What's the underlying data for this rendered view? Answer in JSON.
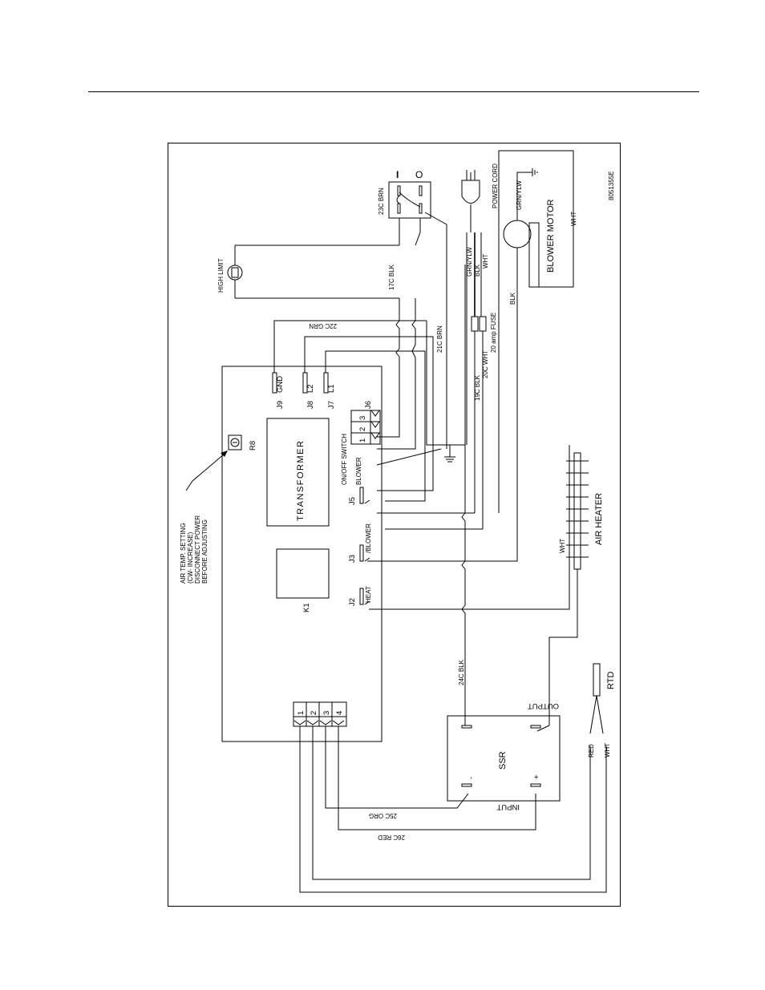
{
  "diagram": {
    "drawing_number": "8051355E",
    "labels": {
      "high_limit": "HIGH LIMIT",
      "w17c": "17C BLK",
      "w21c": "21C BRN",
      "w22c": "22C GRN",
      "w23c": "23C BRN",
      "w24c": "24C BLK",
      "w25c": "25C ORG",
      "w26c": "26C RED",
      "w19c": "19C BLK",
      "w20c": "20C WHT",
      "fuse": "20 amp FUSE",
      "power_cord": "POWER CORD",
      "grn_ylw": "GRN/YLW",
      "blk": "BLK",
      "wht": "WHT",
      "red": "RED",
      "blower_motor": "BLOWER MOTOR",
      "transformer": "TRANSFORMER",
      "k1": "K1",
      "r8": "R8",
      "air_temp_note": [
        "AIR TEMP. SETTING",
        "(CW- INCREASE)",
        "DISCONNECT POWER",
        "BEFORE ADJUSTING"
      ],
      "j9": "J9",
      "gnd": "GND",
      "j8": "J8",
      "l2": "L2",
      "j7": "J7",
      "l1": "L1",
      "j6": "J6",
      "on_off_switch": "ON/OFF SWITCH",
      "j5": "J5",
      "blower": "BLOWER",
      "j3": "J3",
      "blower_slash": "/BLOWER",
      "j2": "J2",
      "heat": "HEAT",
      "air_heater": "AIR HEATER",
      "ssr": "SSR",
      "input": "INPUT",
      "output": "OUTPUT",
      "rtd": "RTD",
      "switch_i": "I",
      "switch_o": "O",
      "term_1": "1",
      "term_2": "2",
      "term_3": "3",
      "term_4": "4",
      "minus": "-",
      "plus": "+"
    }
  }
}
